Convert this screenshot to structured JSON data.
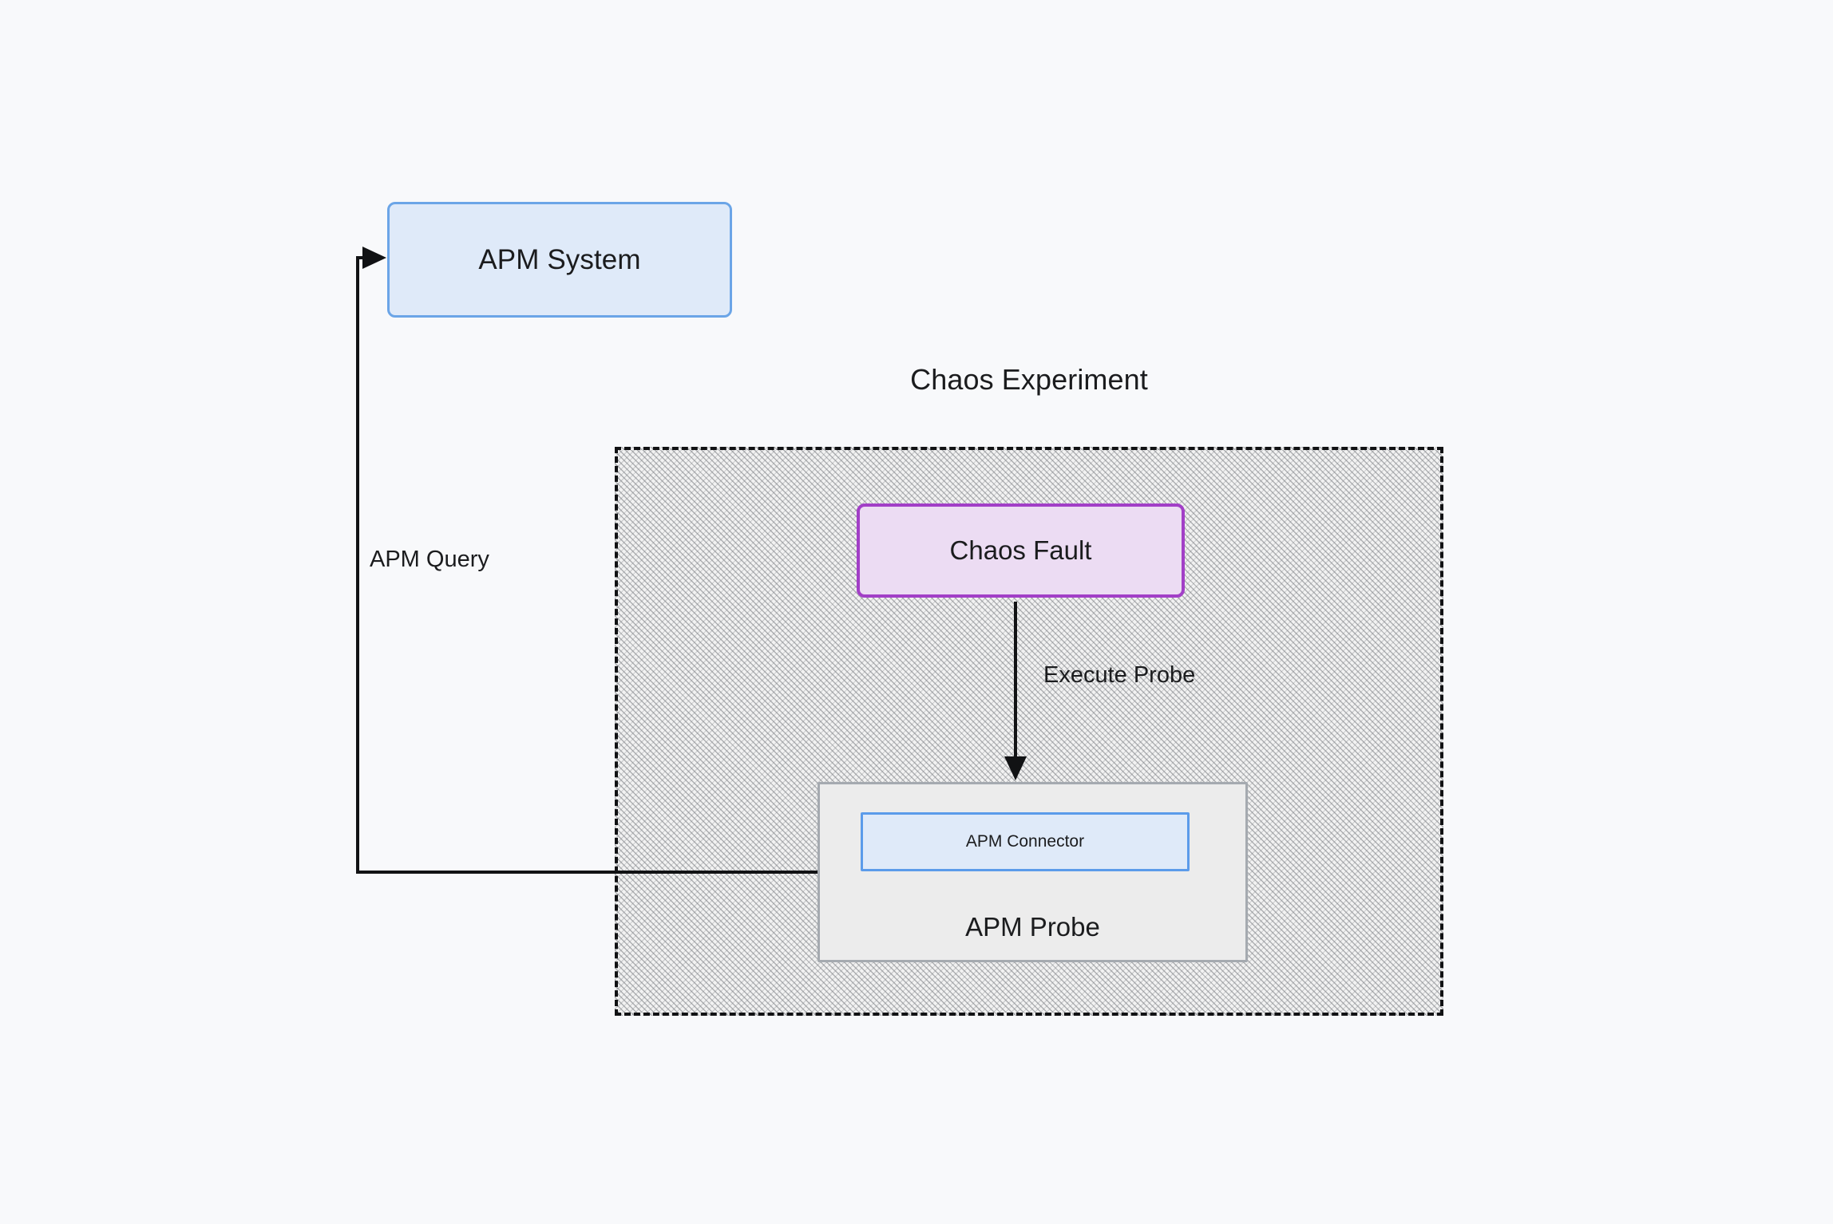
{
  "diagram": {
    "title": "Chaos Experiment",
    "background_color": "#f8f9fb",
    "nodes": {
      "apm_system": {
        "label": "APM System",
        "fill": "#dfeaf9",
        "stroke": "#6ba5e7",
        "shape": "rounded-rectangle"
      },
      "chaos_fault": {
        "label": "Chaos Fault",
        "fill": "#ecdcf3",
        "stroke": "#a23fc7",
        "shape": "rounded-rectangle"
      },
      "apm_probe": {
        "label": "APM Probe",
        "fill": "#ececec",
        "stroke": "#a5aab0",
        "shape": "rectangle"
      },
      "apm_connector": {
        "label": "APM Connector",
        "fill": "#dfeaf9",
        "stroke": "#5b9bea",
        "shape": "rectangle"
      }
    },
    "cluster": {
      "label": "Chaos Experiment",
      "border_style": "dashed",
      "border_color": "#111214",
      "fill_pattern": "diagonal-hatch",
      "fill": "#f2f2f2"
    },
    "edges": [
      {
        "id": "execute-probe",
        "from": "chaos_fault",
        "to": "apm_probe",
        "label": "Execute Probe",
        "arrowhead": "end",
        "color": "#111214"
      },
      {
        "id": "apm-query",
        "from": "apm_probe",
        "to": "apm_system",
        "label": "APM Query",
        "arrowhead": "end",
        "color": "#111214"
      }
    ]
  }
}
